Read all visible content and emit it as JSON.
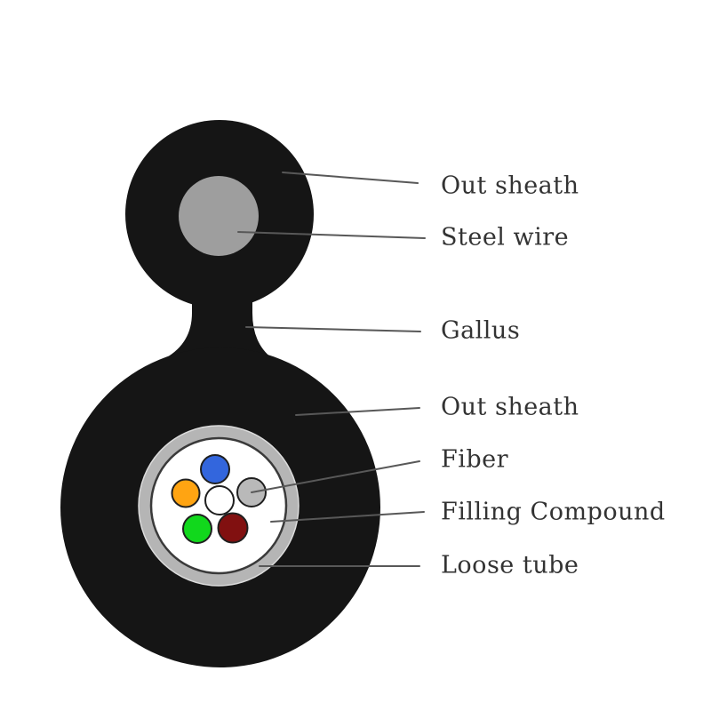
{
  "diagram": {
    "type": "fiber-optic-cable-cross-section",
    "labels": [
      {
        "text": "Out sheath"
      },
      {
        "text": "Steel wire"
      },
      {
        "text": "Gallus"
      },
      {
        "text": "Out sheath"
      },
      {
        "text": "Fiber"
      },
      {
        "text": "Filling Compound"
      },
      {
        "text": "Loose tube"
      }
    ]
  },
  "colors": {
    "sheath_black": "#151515",
    "steel_wire_gray": "#9e9e9e",
    "loose_tube_gray": "#b5b5b5",
    "inner_white": "#ffffff",
    "fiber_blue": "#3366dd",
    "fiber_orange": "#ffa412",
    "fiber_green": "#11d81c",
    "fiber_dark_red": "#811010",
    "fiber_gray": "#b9b9b9",
    "center_filler_white": "#ffffff",
    "leader_line": "#585858",
    "label_text": "#333333"
  }
}
